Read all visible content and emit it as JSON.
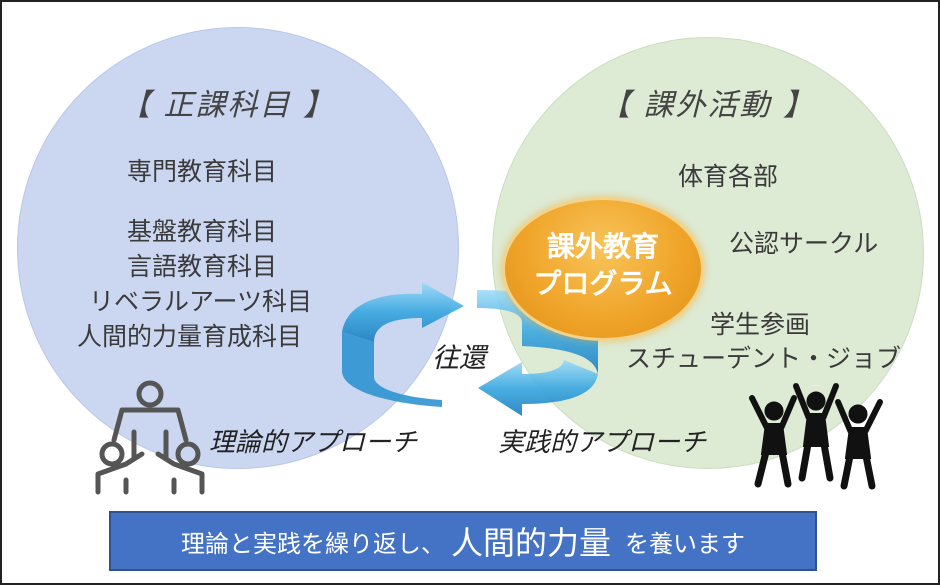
{
  "left_circle": {
    "heading": "【 正課科目 】",
    "items": [
      "専門教育科目",
      "基盤教育科目",
      "言語教育科目",
      "リベラルアーツ科目",
      "人間的力量育成科目"
    ],
    "approach": "理論的アプローチ"
  },
  "right_circle": {
    "heading": "【 課外活動 】",
    "items": [
      "体育各部",
      "公認サークル",
      "学生参画",
      "スチューデント・ジョブ"
    ],
    "approach": "実践的アプローチ"
  },
  "center": {
    "cycle_label": "往還",
    "highlight_lines": [
      "課外教育",
      "プログラム"
    ]
  },
  "banner": {
    "part1": "理論と実践を繰り返し、",
    "emphasis": "人間的力量",
    "part2": "を養います"
  },
  "colors": {
    "left_circle": "#cbd7f1",
    "right_circle": "#dce9d2",
    "highlight": "#f0a52a",
    "arrow": "#3ba8e0",
    "banner": "#4472c4"
  },
  "icons": [
    "group-support-icon",
    "people-celebrating-icon",
    "cycle-arrows-icon"
  ]
}
